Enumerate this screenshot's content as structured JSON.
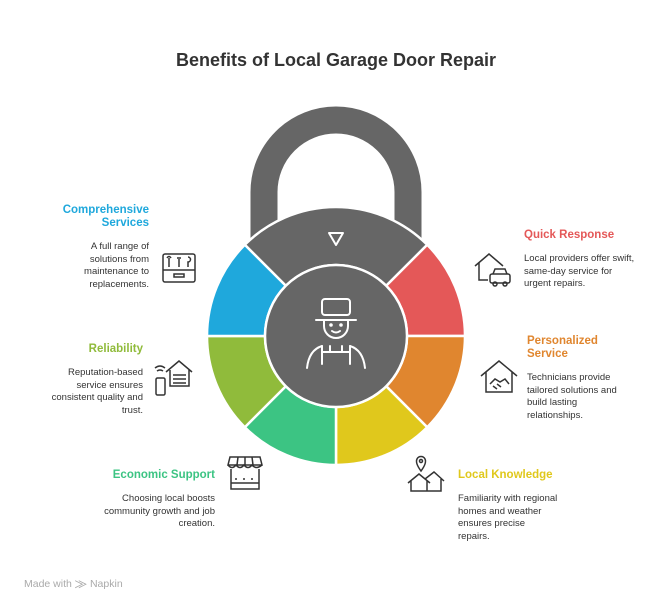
{
  "title": "Benefits of Local Garage Door Repair",
  "colors": {
    "dark": "#666666",
    "blue": "#1fa8dc",
    "red": "#e45858",
    "orange": "#e0862f",
    "yellow": "#e0c81c",
    "green": "#3cc483",
    "lime": "#90bb3b"
  },
  "items": [
    {
      "label": "Comprehensive Services",
      "desc": "A full range of solutions from maintenance to replacements.",
      "icon": "toolbox-icon",
      "color": "#1fa8dc"
    },
    {
      "label": "Quick Response",
      "desc": "Local providers offer swift, same-day service for urgent repairs.",
      "icon": "house-car-icon",
      "color": "#e45858"
    },
    {
      "label": "Reliability",
      "desc": "Reputation-based service ensures consistent quality and trust.",
      "icon": "smart-garage-icon",
      "color": "#90bb3b"
    },
    {
      "label": "Personalized Service",
      "desc": "Technicians provide tailored solutions and build lasting relationships.",
      "icon": "handshake-house-icon",
      "color": "#e0862f"
    },
    {
      "label": "Economic Support",
      "desc": "Choosing local boosts community growth and job creation.",
      "icon": "storefront-icon",
      "color": "#3cc483"
    },
    {
      "label": "Local Knowledge",
      "desc": "Familiarity with regional homes and weather ensures precise repairs.",
      "icon": "location-homes-icon",
      "color": "#e0c81c"
    }
  ],
  "footer": {
    "made_with": "Made with",
    "brand": "Napkin"
  }
}
